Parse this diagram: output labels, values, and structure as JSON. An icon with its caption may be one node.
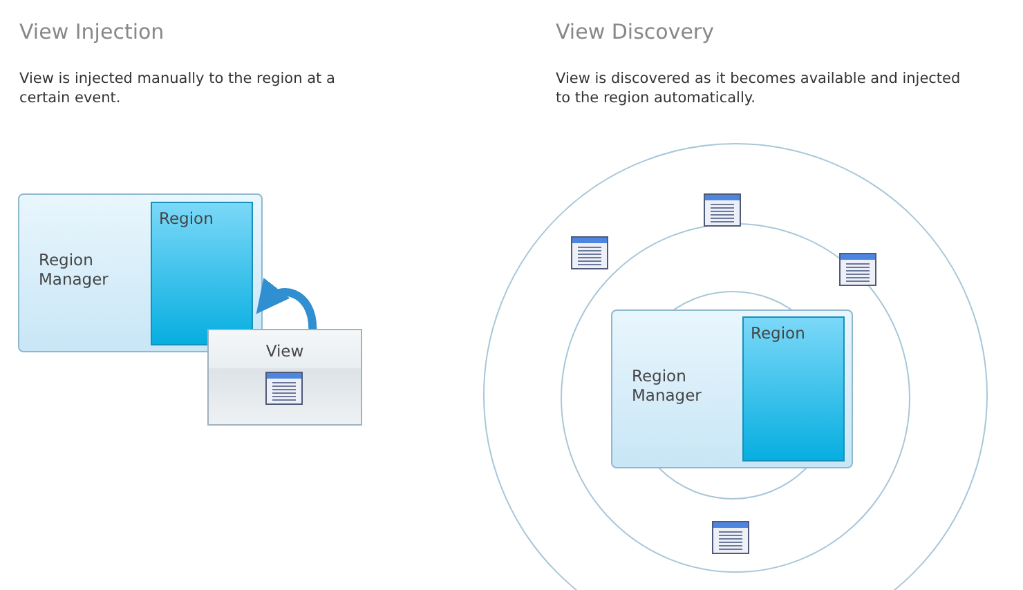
{
  "diagram": {
    "nodes": [
      {
        "text": [
          "Region Manager"
        ]
      },
      {
        "text": [
          "Region"
        ],
        "in": 0
      },
      {
        "text": [
          "View"
        ]
      },
      {
        "text": [
          "Region Manager"
        ]
      },
      {
        "text": [
          "Region"
        ],
        "in": 3
      },
      {
        "text": [],
        "shape": "picture"
      },
      {
        "text": [],
        "shape": "picture"
      },
      {
        "text": [],
        "shape": "picture"
      },
      {
        "text": [],
        "shape": "picture"
      }
    ],
    "edges": [
      {
        "from": 2,
        "to": 1,
        "arrow": "to"
      }
    ],
    "labels": [
      "View Injection",
      "View is injected manually to the region at a certain event.",
      "View Discovery",
      "View is discovered as it becomes available and injected to the region automatically."
    ]
  }
}
